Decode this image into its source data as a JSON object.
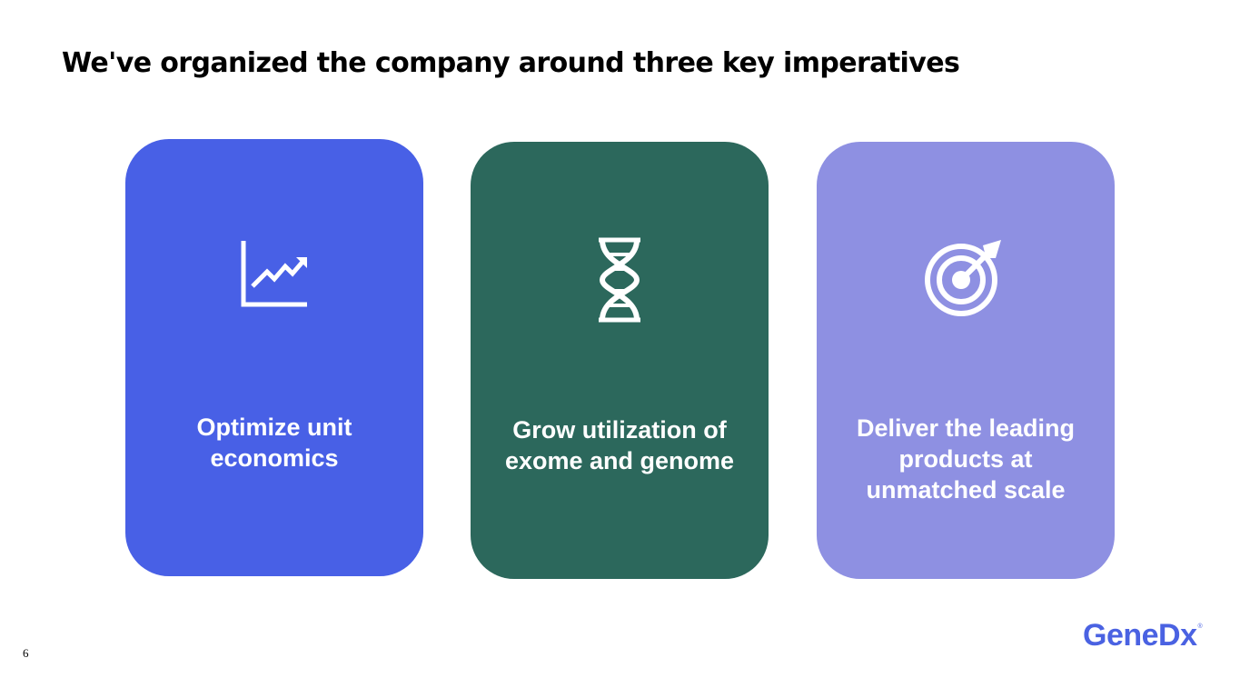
{
  "slide": {
    "title": "We've organized the company around three key imperatives",
    "page_number": "6"
  },
  "cards": [
    {
      "label": "Optimize unit economics",
      "icon": "growth-chart-icon",
      "color": "#4860e6"
    },
    {
      "label": "Grow utilization of exome and genome",
      "icon": "dna-icon",
      "color": "#2c685c"
    },
    {
      "label": "Deliver the leading products at unmatched scale",
      "icon": "target-icon",
      "color": "#8e90e2"
    }
  ],
  "logo": {
    "text": "GeneDx",
    "mark": "®",
    "color": "#4a62e2"
  }
}
